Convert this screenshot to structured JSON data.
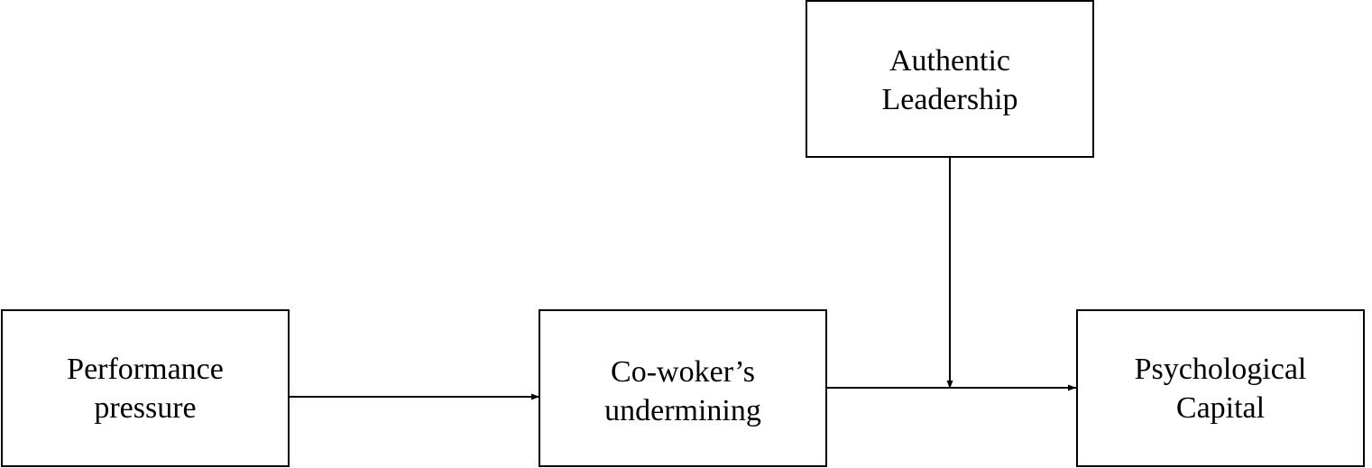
{
  "nodes": {
    "authentic_leadership": {
      "line1": "Authentic",
      "line2": "Leadership"
    },
    "performance_pressure": {
      "line1": "Performance",
      "line2": "pressure"
    },
    "coworker_undermining": {
      "line1": "Co-woker’s",
      "line2": "undermining"
    },
    "psychological_capital": {
      "line1": "Psychological",
      "line2": "Capital"
    }
  },
  "edges": [
    {
      "from": "performance_pressure",
      "to": "coworker_undermining"
    },
    {
      "from": "coworker_undermining",
      "to": "psychological_capital"
    },
    {
      "from": "authentic_leadership",
      "to": "coworker_undermining-psychological_capital-path",
      "type": "moderation"
    }
  ],
  "colors": {
    "stroke": "#000000",
    "background": "#ffffff"
  }
}
